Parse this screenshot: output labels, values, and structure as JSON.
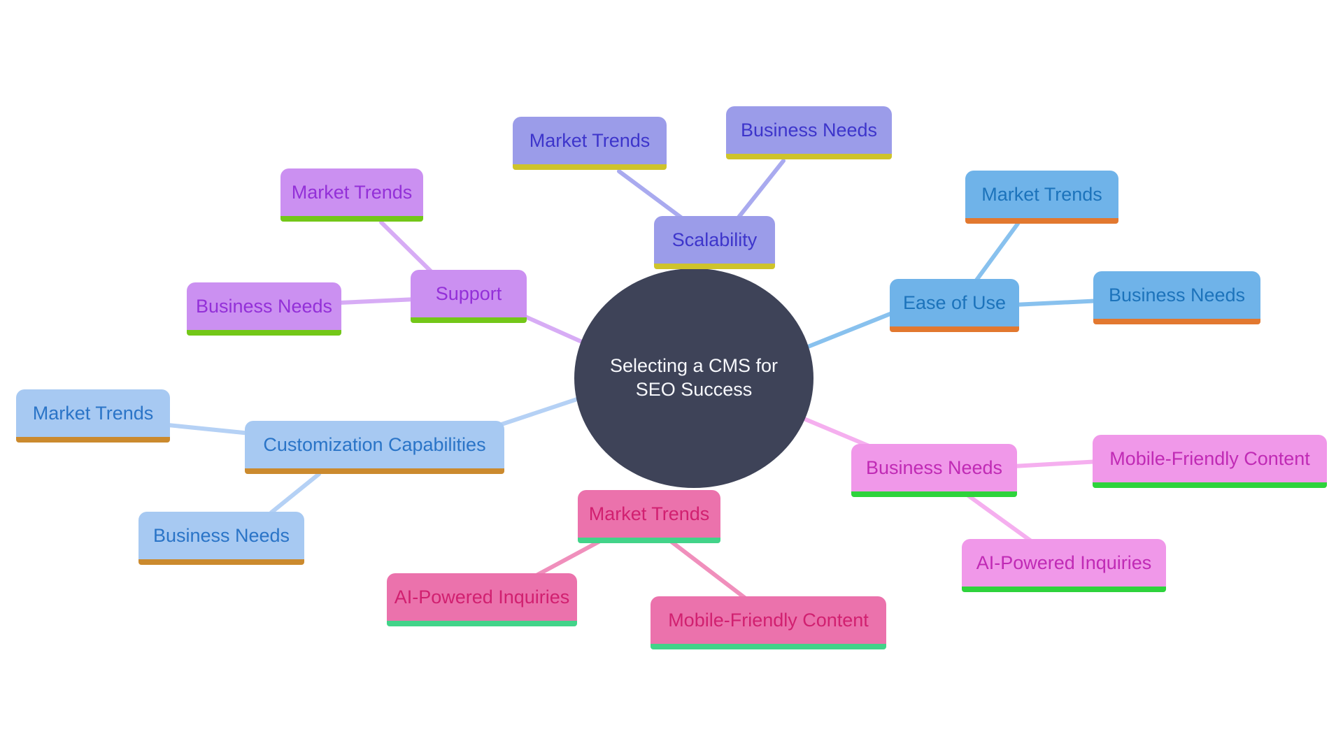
{
  "mindmap": {
    "central": {
      "label": "Selecting a CMS for SEO Success",
      "colors": {
        "bg": "#3E4358",
        "text": "#F7F8FC"
      }
    },
    "branches": [
      {
        "label": "Scalability",
        "children": [
          "Market Trends",
          "Business Needs"
        ],
        "colors": {
          "bg": "#9B9CE9",
          "text": "#3D35CB",
          "underline": "#CEC32B",
          "connector": "#A9AAEF"
        }
      },
      {
        "label": "Ease of Use",
        "children": [
          "Market Trends",
          "Business Needs"
        ],
        "colors": {
          "bg": "#6FB3E9",
          "text": "#1C73BB",
          "underline": "#E2782F",
          "connector": "#88C1EE"
        }
      },
      {
        "label": "Support",
        "children": [
          "Market Trends",
          "Business Needs"
        ],
        "colors": {
          "bg": "#CB90F1",
          "text": "#9330D8",
          "underline": "#73C718",
          "connector": "#D7ACF5"
        }
      },
      {
        "label": "Customization Capabilities",
        "children": [
          "Market Trends",
          "Business Needs"
        ],
        "colors": {
          "bg": "#A7C9F2",
          "text": "#2A74C7",
          "underline": "#CB8A2E",
          "connector": "#B5D1F5"
        }
      },
      {
        "label": "Business Needs",
        "children": [
          "Mobile-Friendly Content",
          "AI-Powered Inquiries"
        ],
        "colors": {
          "bg": "#F098E9",
          "text": "#C02AB5",
          "underline": "#2ED33C",
          "connector": "#F5AFEF"
        }
      },
      {
        "label": "Market Trends",
        "children": [
          "AI-Powered Inquiries",
          "Mobile-Friendly Content"
        ],
        "colors": {
          "bg": "#EB72AC",
          "text": "#D12070",
          "underline": "#42D389",
          "connector": "#F08FBC"
        }
      }
    ]
  }
}
